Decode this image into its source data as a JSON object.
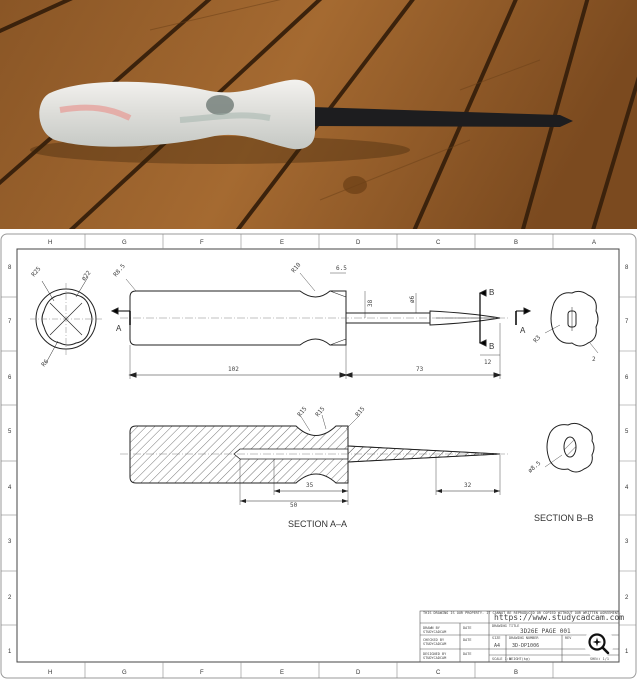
{
  "drawing": {
    "grid_cols": [
      "H",
      "G",
      "F",
      "E",
      "D",
      "C",
      "B",
      "A"
    ],
    "grid_rows": [
      "8",
      "7",
      "6",
      "5",
      "4",
      "3",
      "2",
      "1"
    ],
    "dims": {
      "d_len_handle": "102",
      "d_len_shaft": "73",
      "d_height": "38",
      "d_shaft_dia": "ø6",
      "d_tip_len": "12",
      "d_tip_w": "2",
      "d_r10": "R10",
      "d_65": "6.5",
      "d_r85": "R8.5",
      "d_r3": "R3",
      "d_r6": "R6",
      "d_r25": "R25",
      "d_r22": "ø22",
      "d_35": "35",
      "d_50": "50",
      "d_32": "32",
      "d_r15a": "R15",
      "d_r15b": "R15",
      "d_r15c": "R15",
      "d_o85": "ø8.5"
    },
    "labels": {
      "section_a": "SECTION A–A",
      "section_b": "SECTION B–B",
      "cut_a": "A",
      "cut_b": "B"
    }
  },
  "title_block": {
    "notes": "THIS DRAWING IS OUR PROPERTY. IT CANNOT BE REPRODUCED OR COPIED WITHOUT OUR WRITTEN AGREEMENT.",
    "url": "https://www.studycadcam.com",
    "drawing_title_label": "DRAWING TITLE",
    "drawing_title": "3D26E PAGE 001",
    "drawn_by_label": "DRAWN BY",
    "drawn_by": "STUDYCADCAM",
    "checked_by_label": "CHECKED BY",
    "checked_by": "STUDYCADCAM",
    "designed_by_label": "DESIGNED BY",
    "designed_by": "STUDYCADCAM",
    "date_label": "DATE",
    "size_label": "SIZE",
    "size": "A4",
    "drawing_number_label": "DRAWING NUMBER",
    "drawing_number": "3D-DP1006",
    "rev_label": "REV",
    "scale_label": "SCALE 1:1",
    "weight_label": "WEIGHT(kg)",
    "sheet_label": "SHEET 1/1"
  },
  "icons": {
    "zoom": "zoom-sparkle-icon"
  }
}
